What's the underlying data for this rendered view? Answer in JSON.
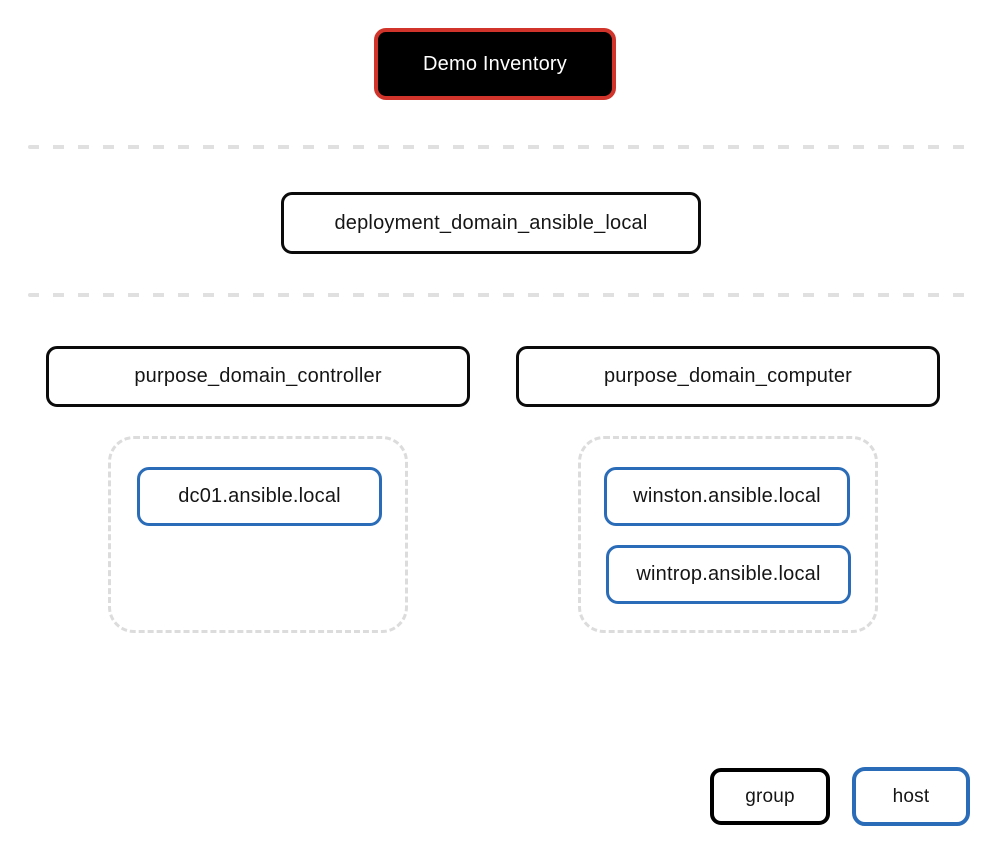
{
  "root": {
    "label": "Demo Inventory"
  },
  "level2": {
    "label": "deployment_domain_ansible_local"
  },
  "groups": [
    {
      "label": "purpose_domain_controller",
      "hosts": [
        "dc01.ansible.local"
      ]
    },
    {
      "label": "purpose_domain_computer",
      "hosts": [
        "winston.ansible.local",
        "wintrop.ansible.local"
      ]
    }
  ],
  "legend": {
    "group_label": "group",
    "host_label": "host"
  },
  "colors": {
    "root_fill": "#000000",
    "root_border": "#d0342a",
    "root_text": "#ffffff",
    "group_border": "#000000",
    "host_border": "#2b6cb8",
    "divider_dash": "#e0e0e0",
    "container_dash": "#dcdcdc",
    "background": "#ffffff"
  }
}
